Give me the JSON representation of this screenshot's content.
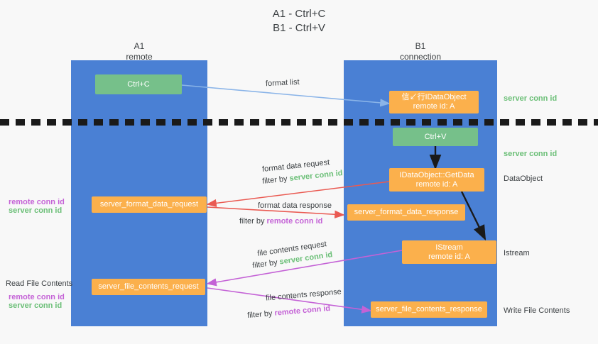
{
  "title": {
    "line1": "A1 - Ctrl+C",
    "line2": "B1 - Ctrl+V"
  },
  "lanes": [
    {
      "name": "A1",
      "sub": "remote",
      "color": "#4a80d4"
    },
    {
      "name": "B1",
      "sub": "connection",
      "color": "#4a80d4"
    }
  ],
  "colors": {
    "lane_blue": "#4a80d4",
    "green_box": "#76c08a",
    "orange_box": "#fbb04c",
    "green_text": "#6bbf77",
    "purple_text": "#c462d6",
    "red_arrow": "#ea5a52",
    "magenta_arrow": "#c462d6",
    "blue_arrow": "#8ab4e8",
    "black_arrow": "#1a1a1a",
    "background": "#f8f8f8"
  },
  "boxes": {
    "ctrl_c": {
      "l1": "Ctrl+C"
    },
    "idataobject": {
      "l1": "信↙行IDataObject",
      "l2": "remote id: A"
    },
    "ctrl_v": {
      "l1": "Ctrl+V"
    },
    "getdata": {
      "l1": "IDataObject::GetData",
      "l2": "remote id: A"
    },
    "format_data_request": {
      "l1": "server_format_data_request"
    },
    "format_data_response": {
      "l1": "server_format_data_response"
    },
    "istream": {
      "l1": "IStream",
      "l2": "remote id: A"
    },
    "file_contents_request": {
      "l1": "server_file_contents_request"
    },
    "file_contents_response": {
      "l1": "server_file_contents_response"
    }
  },
  "right_labels": {
    "server_conn_id_top": "server conn id",
    "server_conn_id_mid": "server conn id",
    "dataobject": "DataObject",
    "istream": "Istream",
    "write_file_contents": "Write File Contents"
  },
  "left_labels": {
    "remote_conn_id_1": "remote conn id",
    "server_conn_id_1": "server conn id",
    "read_file_contents": "Read File Contents",
    "remote_conn_id_2": "remote conn id",
    "server_conn_id_2": "server conn id"
  },
  "annotations": {
    "format_list": "format list",
    "format_data_request": "format data request",
    "filter_by_1": "filter by",
    "filter_target_1": "server conn id",
    "format_data_response": "format data response",
    "filter_by_2": "filter by",
    "filter_target_2": "remote conn id",
    "file_contents_request": "file contents request",
    "filter_by_3": "filter by",
    "filter_target_3": "server conn id",
    "file_contents_response": "file contents response",
    "filter_by_4": "filter by",
    "filter_target_4": "remote conn id"
  }
}
